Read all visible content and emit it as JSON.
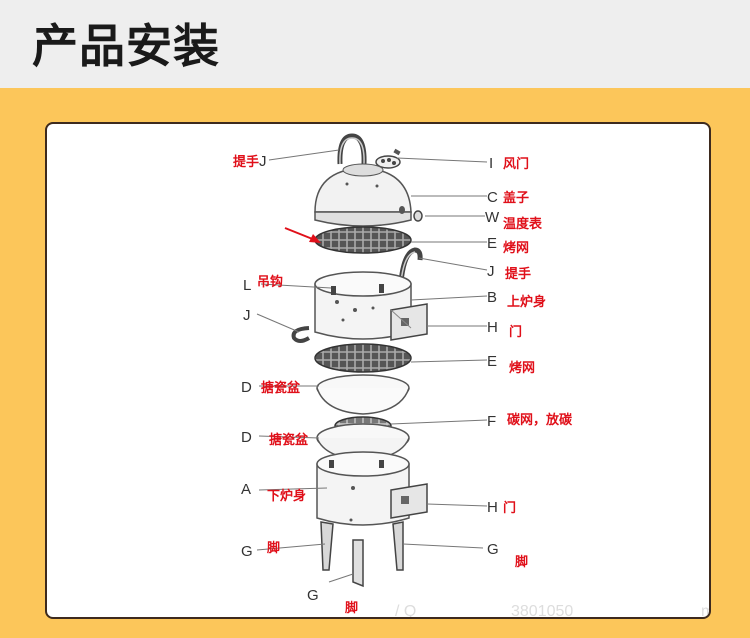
{
  "header": {
    "title": "产品安装"
  },
  "parts": {
    "handle_top": {
      "letter": "J",
      "label": "提手"
    },
    "vent": {
      "letter": "I",
      "label": "风门"
    },
    "lid": {
      "letter": "C",
      "label": "盖子"
    },
    "thermometer": {
      "letter": "W",
      "label": "温度表"
    },
    "grill_top": {
      "letter": "E",
      "label": "烤网"
    },
    "handle_side": {
      "letter": "J",
      "label": "提手"
    },
    "hook": {
      "letter": "L",
      "label": "吊钩"
    },
    "upper_body": {
      "letter": "B",
      "label": "上炉身"
    },
    "handle_left": {
      "letter": "J"
    },
    "door_upper": {
      "letter": "H",
      "label": "门"
    },
    "grill_mid": {
      "letter": "E",
      "label": "烤网"
    },
    "enamel_pan_1": {
      "letter": "D",
      "label": "搪瓷盆"
    },
    "charcoal_grate": {
      "letter": "F",
      "label": "碳网，放碳"
    },
    "enamel_pan_2": {
      "letter": "D",
      "label": "搪瓷盆"
    },
    "lower_body": {
      "letter": "A",
      "label": "下炉身"
    },
    "door_lower": {
      "letter": "H",
      "label": "门"
    },
    "leg_left": {
      "letter": "G",
      "label": "脚"
    },
    "leg_right": {
      "letter": "G",
      "label": "脚"
    },
    "leg_front": {
      "letter": "G",
      "label": "脚"
    }
  },
  "watermark": {
    "left": "/ Q",
    "right": "3801050",
    "suffix": "m"
  },
  "colors": {
    "header_bg": "#eeeeee",
    "page_bg": "#fcc65a",
    "label_red": "#e0101a",
    "panel_border": "#3d2a1e"
  }
}
